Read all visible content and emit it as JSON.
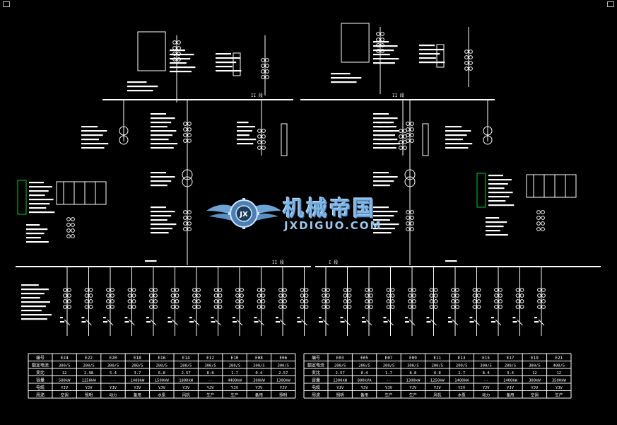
{
  "logo": {
    "cn": "机械帝国",
    "en": "JXDIGUO.COM",
    "mark": "JX"
  },
  "colors": {
    "line": "#ffffff",
    "box_green": "#00cc33",
    "logo_blue": "#7fb5e6"
  },
  "bus_labels": {
    "left": "II 段",
    "right": "I 段"
  },
  "table": {
    "row_headers": [
      "编号",
      "额定电流",
      "变比",
      "容量",
      "电缆",
      "用途"
    ],
    "left_cols": [
      {
        "id": "E24",
        "rows": [
          "300/5",
          "12",
          "500kW",
          "YJV",
          "空调"
        ]
      },
      {
        "id": "E22",
        "rows": [
          "200/5",
          "2.98",
          "1250kW",
          "YJV",
          "照明"
        ]
      },
      {
        "id": "E20",
        "rows": [
          "300/5",
          "5.4",
          "--",
          "YJV",
          "动力"
        ]
      },
      {
        "id": "E18",
        "rows": [
          "200/5",
          "3.7",
          "1400kW",
          "YJV",
          "备用"
        ]
      },
      {
        "id": "E16",
        "rows": [
          "200/5",
          "6.8",
          "1500kW",
          "YJV",
          "水泵"
        ]
      },
      {
        "id": "E14",
        "rows": [
          "200/5",
          "2.57",
          "1800kW",
          "YJV",
          "风机"
        ]
      },
      {
        "id": "E12",
        "rows": [
          "300/5",
          "8.8",
          "--",
          "YJV",
          "生产"
        ]
      },
      {
        "id": "E10",
        "rows": [
          "200/5",
          "1.7",
          "4400kW",
          "YJV",
          "生产"
        ]
      },
      {
        "id": "E08",
        "rows": [
          "200/5",
          "0.4",
          "300kW",
          "YJV",
          "备用"
        ]
      },
      {
        "id": "E06",
        "rows": [
          "300/5",
          "2.57",
          "1300kW",
          "YJV",
          "照明"
        ]
      }
    ],
    "right_cols": [
      {
        "id": "E03",
        "rows": [
          "200/5",
          "2.57",
          "1300kW",
          "YJV",
          "照明"
        ]
      },
      {
        "id": "E05",
        "rows": [
          "200/5",
          "0.4",
          "800kVA",
          "YJV",
          "备用"
        ]
      },
      {
        "id": "E07",
        "rows": [
          "200/5",
          "1.7",
          "--",
          "YJV",
          "生产"
        ]
      },
      {
        "id": "E09",
        "rows": [
          "300/5",
          "8.8",
          "1300kW",
          "YJV",
          "生产"
        ]
      },
      {
        "id": "E11",
        "rows": [
          "200/5",
          "6.8",
          "1250kW",
          "YJV",
          "风机"
        ]
      },
      {
        "id": "E13",
        "rows": [
          "200/5",
          "2.7",
          "1400kW",
          "YJV",
          "水泵"
        ]
      },
      {
        "id": "E15",
        "rows": [
          "300/5",
          "8.4",
          "--",
          "YJV",
          "动力"
        ]
      },
      {
        "id": "E17",
        "rows": [
          "200/5",
          "3.4",
          "1400kW",
          "YJV",
          "备用"
        ]
      },
      {
        "id": "E19",
        "rows": [
          "300/5",
          "12",
          "300kW",
          "YJV",
          "空调"
        ]
      },
      {
        "id": "E21",
        "rows": [
          "400/5",
          "12",
          "3500kW",
          "YJV",
          "生产"
        ]
      }
    ]
  }
}
